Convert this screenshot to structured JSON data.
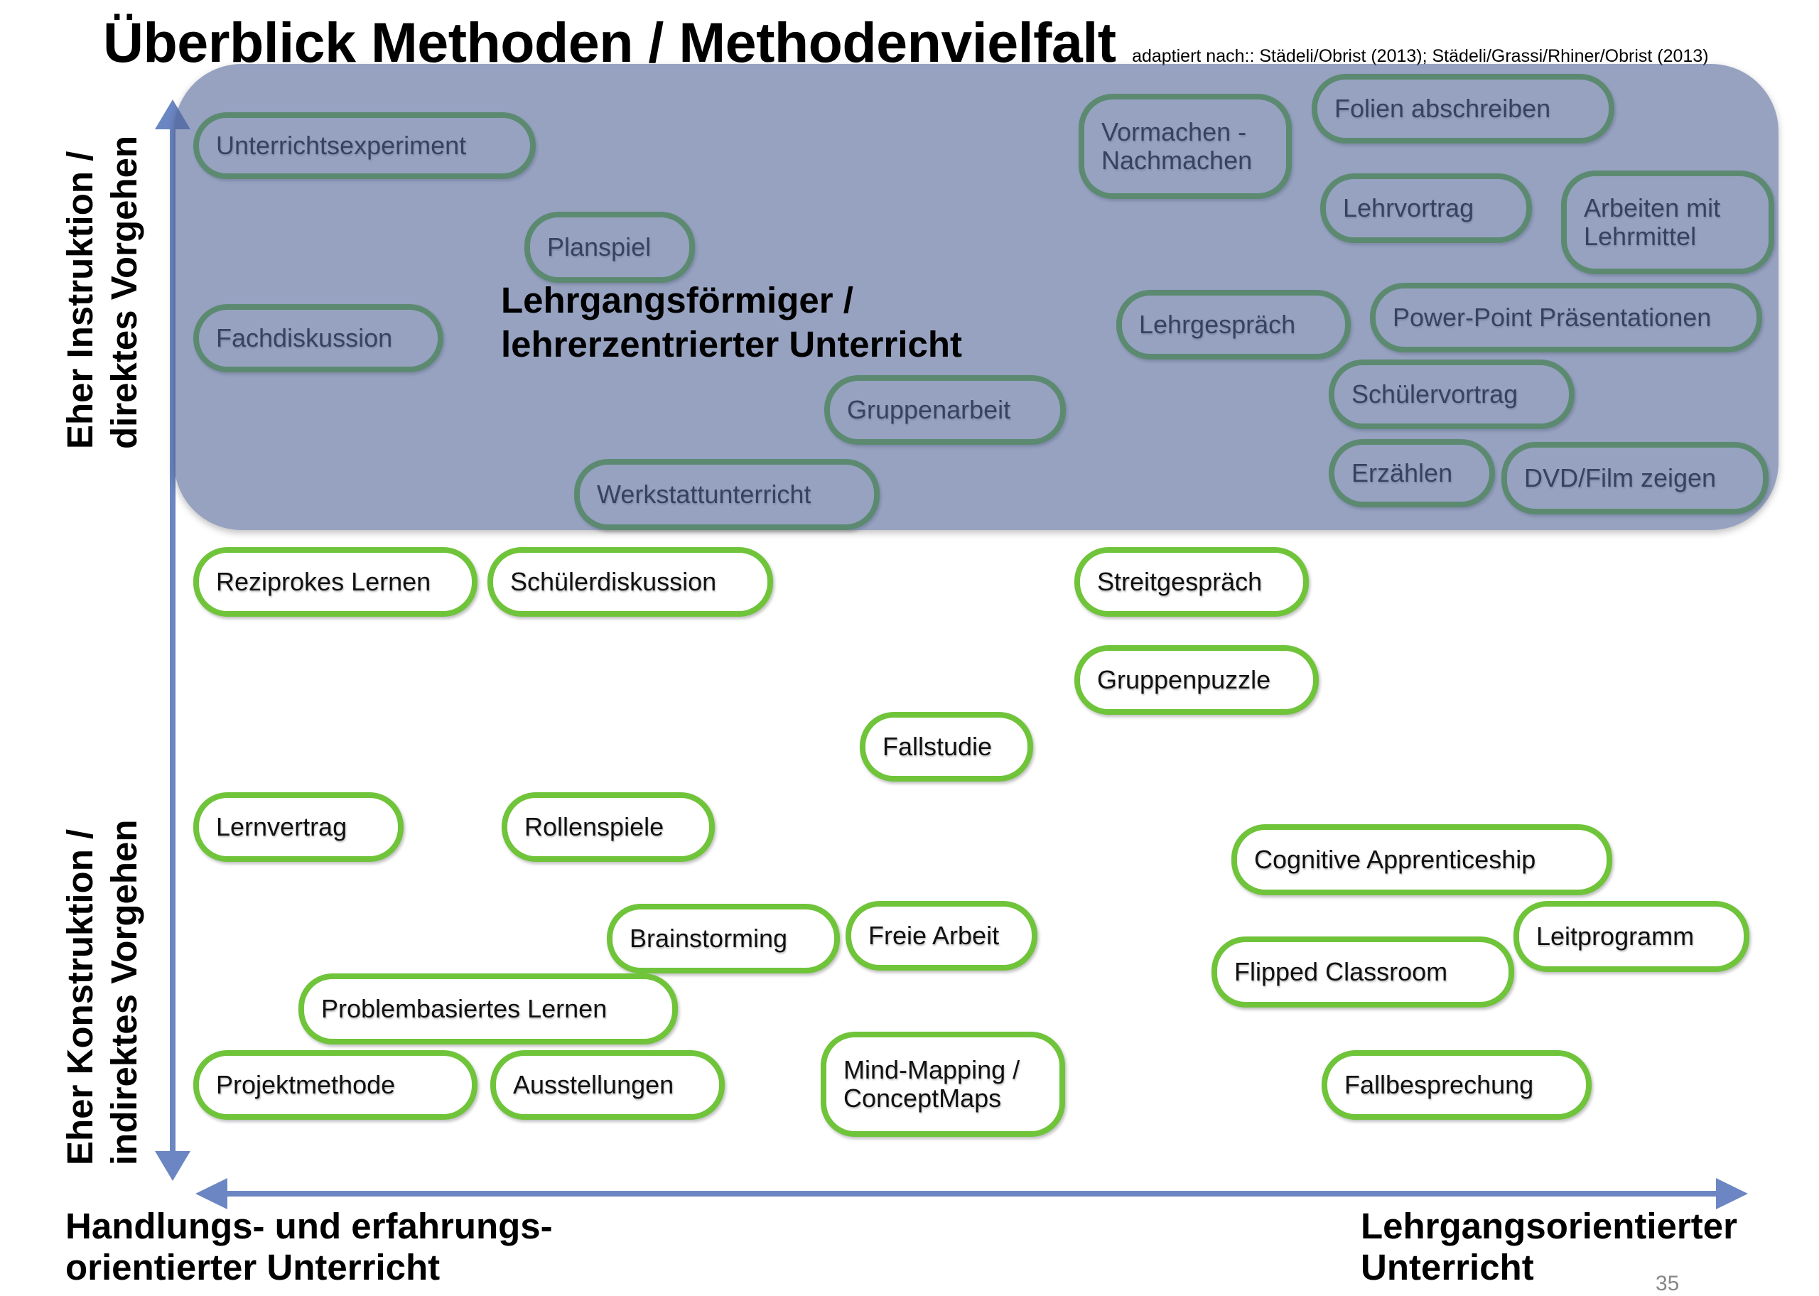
{
  "header": {
    "title": "Überblick Methoden / Methodenvielfalt",
    "source": "adaptiert nach:: Städeli/Obrist (2013); Städeli/Grassi/Rhiner/Obrist (2013)"
  },
  "axes": {
    "vertical_top": [
      "Eher Instruktion /",
      "direktes Vorgehen"
    ],
    "vertical_bottom": [
      "Eher Konstruktion /",
      "indirektes Vorgehen"
    ],
    "horizontal_left": [
      "Handlungs- und erfahrungs-",
      "orientierter Unterricht"
    ],
    "horizontal_right": [
      "Lehrgangsorientierter",
      "Unterricht"
    ],
    "color": "#6b86c2"
  },
  "region": {
    "label": [
      "Lehrgangsförmiger /",
      "lehrerzentrierter Unterricht"
    ],
    "color": "#5064a0"
  },
  "methods": [
    {
      "label": "Unterrichtsexperiment"
    },
    {
      "label": "Planspiel"
    },
    {
      "label": "Fachdiskussion"
    },
    {
      "label": "Gruppenarbeit"
    },
    {
      "label": "Werkstattunterricht"
    },
    {
      "label": "Vormachen -\nNachmachen"
    },
    {
      "label": "Folien abschreiben"
    },
    {
      "label": "Lehrvortrag"
    },
    {
      "label": "Arbeiten mit\nLehrmittel"
    },
    {
      "label": "Lehrgespräch"
    },
    {
      "label": "Power-Point Präsentationen"
    },
    {
      "label": "Schülervortrag"
    },
    {
      "label": "Erzählen"
    },
    {
      "label": "DVD/Film zeigen"
    },
    {
      "label": "Reziprokes Lernen"
    },
    {
      "label": "Schülerdiskussion"
    },
    {
      "label": "Streitgespräch"
    },
    {
      "label": "Gruppenpuzzle"
    },
    {
      "label": "Fallstudie"
    },
    {
      "label": "Lernvertrag"
    },
    {
      "label": "Rollenspiele"
    },
    {
      "label": "Cognitive Apprenticeship"
    },
    {
      "label": "Brainstorming"
    },
    {
      "label": "Freie Arbeit"
    },
    {
      "label": "Leitprogramm"
    },
    {
      "label": "Flipped Classroom"
    },
    {
      "label": "Problembasiertes Lernen"
    },
    {
      "label": "Projektmethode"
    },
    {
      "label": "Ausstellungen"
    },
    {
      "label": "Mind-Mapping /\nConceptMaps"
    },
    {
      "label": "Fallbesprechung"
    }
  ],
  "pill_border_color": "#6fc43a",
  "page_number": "35"
}
